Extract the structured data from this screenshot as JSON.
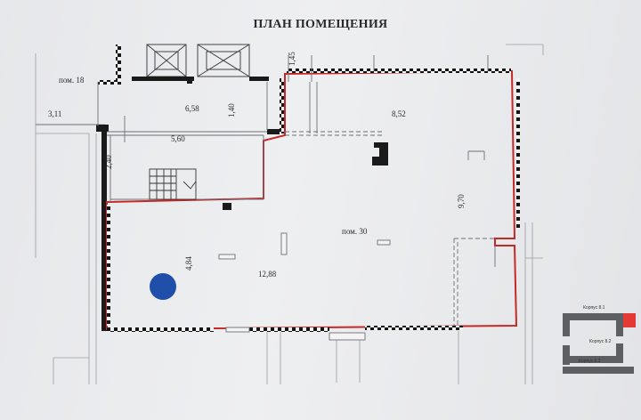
{
  "plan": {
    "title": "ПЛАН ПОМЕЩЕНИЯ",
    "rooms": [
      {
        "id": "r18",
        "label": "пом. 18"
      },
      {
        "id": "r30",
        "label": "пом. 30"
      }
    ],
    "dimensions": [
      {
        "id": "d311",
        "value": "3,11"
      },
      {
        "id": "d658",
        "value": "6,58"
      },
      {
        "id": "d140",
        "value": "1,40"
      },
      {
        "id": "d145",
        "value": "1,45"
      },
      {
        "id": "d560",
        "value": "5,60"
      },
      {
        "id": "d240",
        "value": "2,40"
      },
      {
        "id": "d852",
        "value": "8,52"
      },
      {
        "id": "d970",
        "value": "9,70"
      },
      {
        "id": "d484",
        "value": "4,84"
      },
      {
        "id": "d1288",
        "value": "12,88"
      }
    ],
    "colors": {
      "highlight_boundary": "#c62828",
      "walls": "#1a1a1a",
      "location_marker": "#1f4fa8",
      "linework": "#6e7077"
    },
    "marker": {
      "shape": "circle",
      "icon": "location-dot-icon"
    }
  },
  "key_map": {
    "labels": [
      "Корпус 8.1",
      "Корпус 8.2",
      "Корпус 8.3"
    ],
    "highlight_color": "#e53935",
    "block_color": "#5e5f62"
  }
}
